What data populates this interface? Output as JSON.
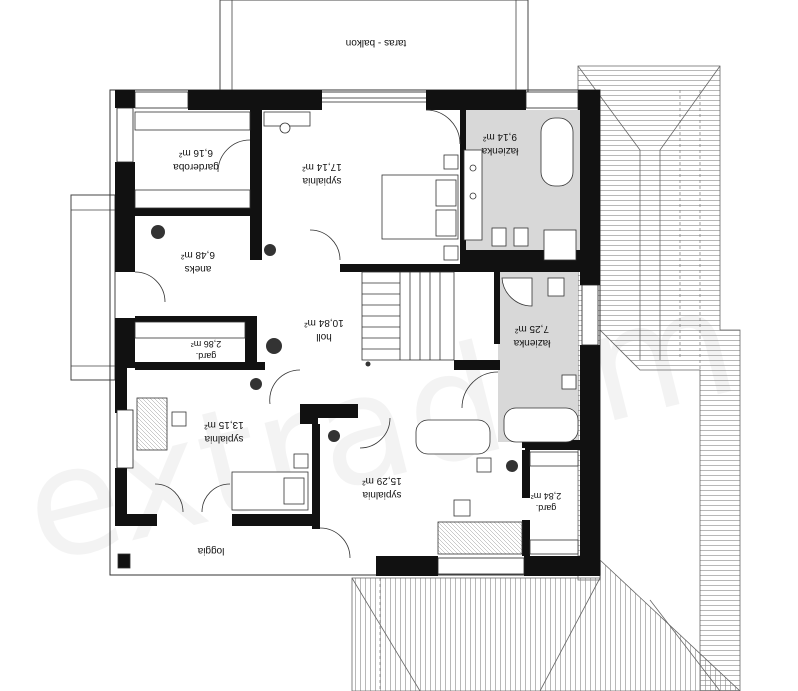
{
  "watermark": "extradom",
  "terrace_label": "taras - balkon",
  "loggia_label": "loggia",
  "rooms": [
    {
      "id": "garderoba",
      "name": "garderoba",
      "area": "6,16 m²"
    },
    {
      "id": "sypialnia1",
      "name": "sypialnia",
      "area": "17,14 m²"
    },
    {
      "id": "lazienka1",
      "name": "łazienka",
      "area": "9,14 m²"
    },
    {
      "id": "aneks",
      "name": "aneks",
      "area": "6,48 m²"
    },
    {
      "id": "hol",
      "name": "holl",
      "area": "10,84 m²"
    },
    {
      "id": "gard1",
      "name": "gard.",
      "area": "2,86 m²"
    },
    {
      "id": "lazienka2",
      "name": "łazienka",
      "area": "7,25 m²"
    },
    {
      "id": "sypialnia2",
      "name": "sypialnia",
      "area": "13,15 m²"
    },
    {
      "id": "sypialnia3",
      "name": "sypialnia",
      "area": "15,29 m²"
    },
    {
      "id": "gard2",
      "name": "gard.",
      "area": "2,84 m²"
    }
  ]
}
